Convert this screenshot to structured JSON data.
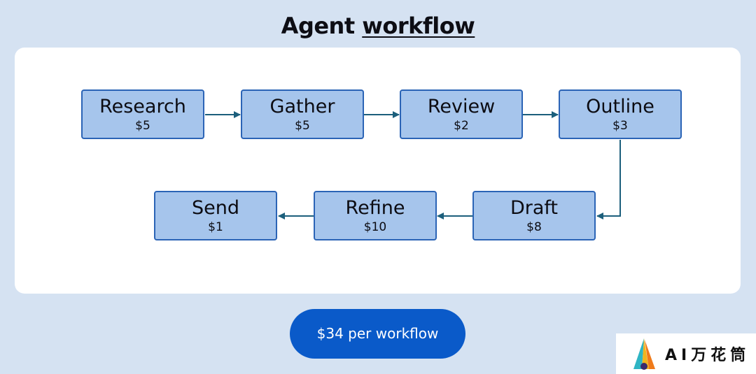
{
  "title": {
    "prefix": "Agent",
    "emphasis": "workflow"
  },
  "steps": [
    {
      "label": "Research",
      "cost": "$5"
    },
    {
      "label": "Gather",
      "cost": "$5"
    },
    {
      "label": "Review",
      "cost": "$2"
    },
    {
      "label": "Outline",
      "cost": "$3"
    },
    {
      "label": "Draft",
      "cost": "$8"
    },
    {
      "label": "Refine",
      "cost": "$10"
    },
    {
      "label": "Send",
      "cost": "$1"
    }
  ],
  "edges": [
    {
      "from": "Research",
      "to": "Gather"
    },
    {
      "from": "Gather",
      "to": "Review"
    },
    {
      "from": "Review",
      "to": "Outline"
    },
    {
      "from": "Outline",
      "to": "Draft"
    },
    {
      "from": "Draft",
      "to": "Refine"
    },
    {
      "from": "Refine",
      "to": "Send"
    }
  ],
  "total": "$34 per workflow",
  "watermark": {
    "text": "AI万花筒",
    "icon": "kaleidoscope-logo-icon"
  },
  "colors": {
    "background": "#d5e2f2",
    "panel": "#ffffff",
    "node_fill": "#a6c5ec",
    "node_border": "#2b64b6",
    "arrow": "#1c5f7c",
    "pill": "#0a5ac9"
  }
}
